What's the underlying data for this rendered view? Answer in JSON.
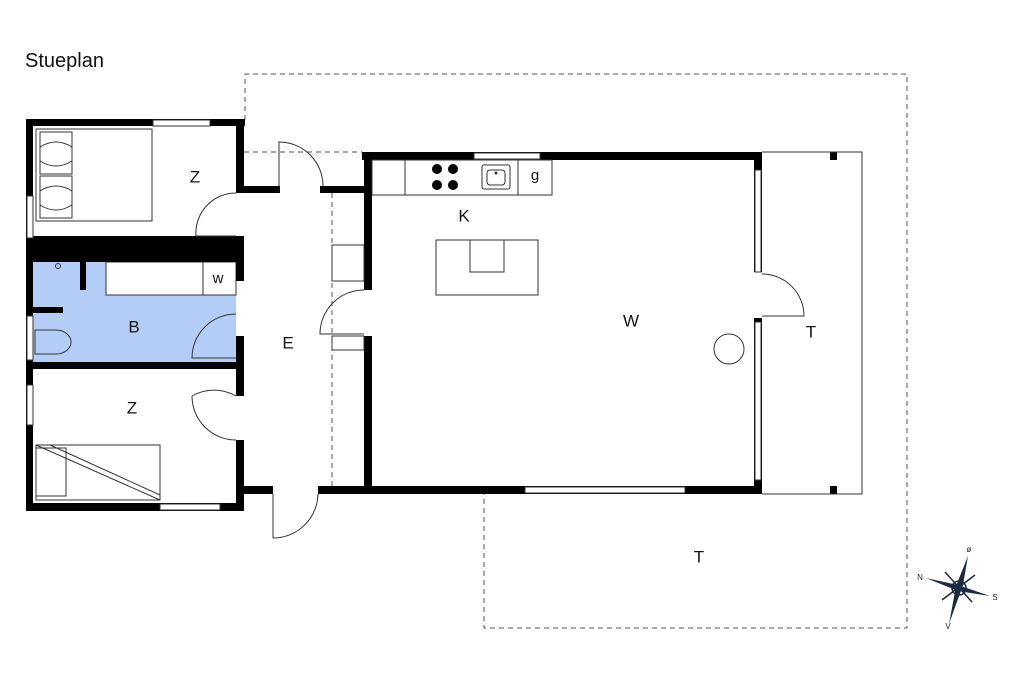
{
  "title": "Stueplan",
  "rooms": {
    "bedroom_top": "Z",
    "kitchen": "K",
    "living": "W",
    "terrace_covered": "T",
    "entrance": "E",
    "bathroom": "B",
    "washer": "w",
    "fridge": "g",
    "bedroom_bottom": "Z",
    "terrace_open": "T"
  },
  "colors": {
    "bathroom_fill": "#b4cdf7",
    "wall": "#000000"
  },
  "compass": {
    "north": "N",
    "south": "S",
    "east": "ø",
    "west": "V"
  }
}
